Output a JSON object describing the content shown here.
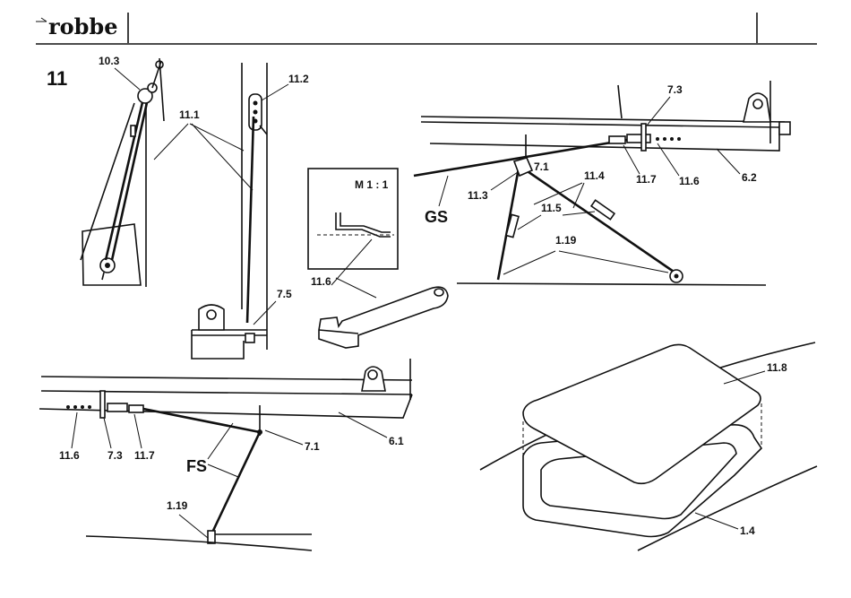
{
  "header": {
    "brand": "robbe",
    "page_number": "11"
  },
  "detail_box": {
    "scale": "M 1 : 1"
  },
  "labels": {
    "l_10_3": "10.3",
    "l_11_1": "11.1",
    "l_11_2": "11.2",
    "l_7_5": "7.5",
    "l_11_6_detail": "11.6",
    "l_7_3_right": "7.3",
    "l_7_1_right": "7.1",
    "l_11_3": "11.3",
    "l_11_7_right": "11.7",
    "l_11_6_right": "11.6",
    "l_6_2": "6.2",
    "l_gs": "GS",
    "l_11_4": "11.4",
    "l_11_5": "11.5",
    "l_1_19_right": "1.19",
    "l_11_6_left": "11.6",
    "l_7_3_left": "7.3",
    "l_11_7_left": "11.7",
    "l_fs": "FS",
    "l_7_1_left": "7.1",
    "l_6_1": "6.1",
    "l_1_19_left": "1.19",
    "l_11_8": "11.8",
    "l_1_4": "1.4"
  }
}
